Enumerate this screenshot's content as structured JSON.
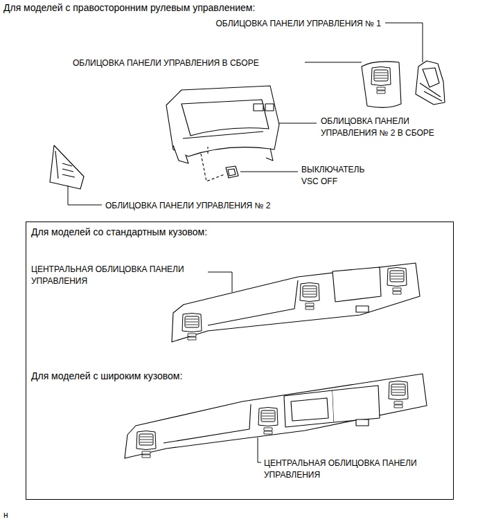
{
  "diagram": {
    "nodes": [
      {
        "text": [
          "Для моделей со стандартным кузовом:",
          "ЦЕНТРАЛЬНАЯ ОБЛИЦОВКА ПАНЕЛИ УПРАВЛЕНИЯ",
          "Для моделей с широким кузовом:",
          "ЦЕНТРАЛЬНАЯ ОБЛИЦОВКА ПАНЕЛИ УПРАВЛЕНИЯ"
        ]
      }
    ],
    "labels": [
      "Для моделей с правосторонним рулевым управлением:",
      "ОБЛИЦОВКА ПАНЕЛИ УПРАВЛЕНИЯ № 1",
      "ОБЛИЦОВКА ПАНЕЛИ УПРАВЛЕНИЯ В СБОРЕ",
      "ОБЛИЦОВКА ПАНЕЛИ УПРАВЛЕНИЯ № 2 В СБОРЕ",
      "ВЫКЛЮЧАТЕЛЬ VSC OFF",
      "ОБЛИЦОВКА ПАНЕЛИ УПРАВЛЕНИЯ № 2",
      "н"
    ]
  }
}
